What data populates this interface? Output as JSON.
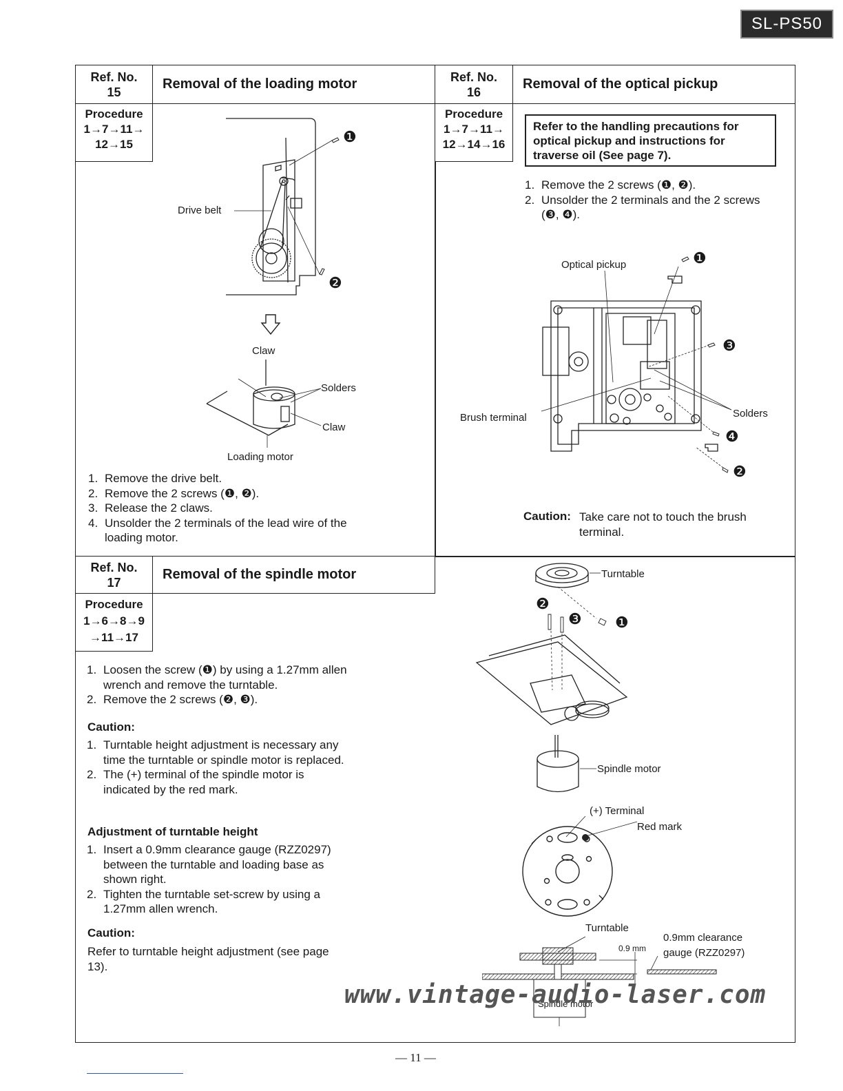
{
  "model_tag": "SL-PS50",
  "sec15": {
    "ref_label": "Ref. No.",
    "ref_no": "15",
    "title": "Removal of the loading motor",
    "proc_label": "Procedure",
    "proc_line1": "1→7→11→",
    "proc_line2": "12→15",
    "labels": {
      "drive_belt": "Drive belt",
      "claw_top": "Claw",
      "solders": "Solders",
      "claw_bottom": "Claw",
      "loading_motor": "Loading motor",
      "marker1": "❶",
      "marker2": "❷"
    },
    "steps": [
      {
        "n": "1.",
        "text": "Remove the drive belt."
      },
      {
        "n": "2.",
        "text": "Remove the 2 screws (❶, ❷)."
      },
      {
        "n": "3.",
        "text": "Release the 2 claws."
      },
      {
        "n": "4.",
        "text": "Unsolder the 2 terminals of the lead wire of the loading motor."
      }
    ]
  },
  "sec16": {
    "ref_label": "Ref. No.",
    "ref_no": "16",
    "title": "Removal of the optical pickup",
    "proc_label": "Procedure",
    "proc_line1": "1→7→11→",
    "proc_line2": "12→14→16",
    "notice": "Refer to the handling precautions for optical pickup and instructions for traverse oil (See page 7).",
    "steps": [
      {
        "n": "1.",
        "text": "Remove the 2 screws (❶, ❷)."
      },
      {
        "n": "2.",
        "text": "Unsolder the 2 terminals and the 2 screws (❸, ❹)."
      }
    ],
    "labels": {
      "optical_pickup": "Optical pickup",
      "brush_terminal": "Brush terminal",
      "solders": "Solders",
      "marker1": "❶",
      "marker2": "❷",
      "marker3": "❸",
      "marker4": "❹"
    },
    "caution_label": "Caution:",
    "caution_text": "Take care not to touch the brush terminal."
  },
  "sec17": {
    "ref_label": "Ref. No.",
    "ref_no": "17",
    "title": "Removal of the spindle motor",
    "proc_label": "Procedure",
    "proc_line1": "1→6→8→9",
    "proc_line2": "→11→17",
    "steps": [
      {
        "n": "1.",
        "text": "Loosen the screw (❶) by using a 1.27mm allen wrench and remove the turntable."
      },
      {
        "n": "2.",
        "text": "Remove the 2 screws (❷, ❸)."
      }
    ],
    "caution1_label": "Caution:",
    "caution1_steps": [
      {
        "n": "1.",
        "text": "Turntable height adjustment is necessary any time the turntable or spindle motor is replaced."
      },
      {
        "n": "2.",
        "text": "The (+) terminal of the spindle motor is indicated by the red mark."
      }
    ],
    "adjust_heading": "Adjustment of turntable height",
    "adjust_steps": [
      {
        "n": "1.",
        "text": "Insert a 0.9mm clearance gauge (RZZ0297) between the turntable and loading base as shown right."
      },
      {
        "n": "2.",
        "text": "Tighten the turntable set-screw by using a 1.27mm allen wrench."
      }
    ],
    "caution2_label": "Caution:",
    "caution2_text": "Refer to turntable height adjustment (see page 13).",
    "labels": {
      "turntable": "Turntable",
      "spindle_motor": "Spindle motor",
      "plus_terminal": "(+) Terminal",
      "red_mark": "Red mark",
      "turntable2": "Turntable",
      "clearance": "0.9mm clearance",
      "gauge": "gauge (RZZ0297)",
      "gap": "0.9 mm",
      "spindle_motor2": "Spindle motor",
      "marker1": "❶",
      "marker2": "❷",
      "marker3": "❸"
    }
  },
  "watermark": "www.vintage-audio-laser.com",
  "page_number": "— 11 —"
}
